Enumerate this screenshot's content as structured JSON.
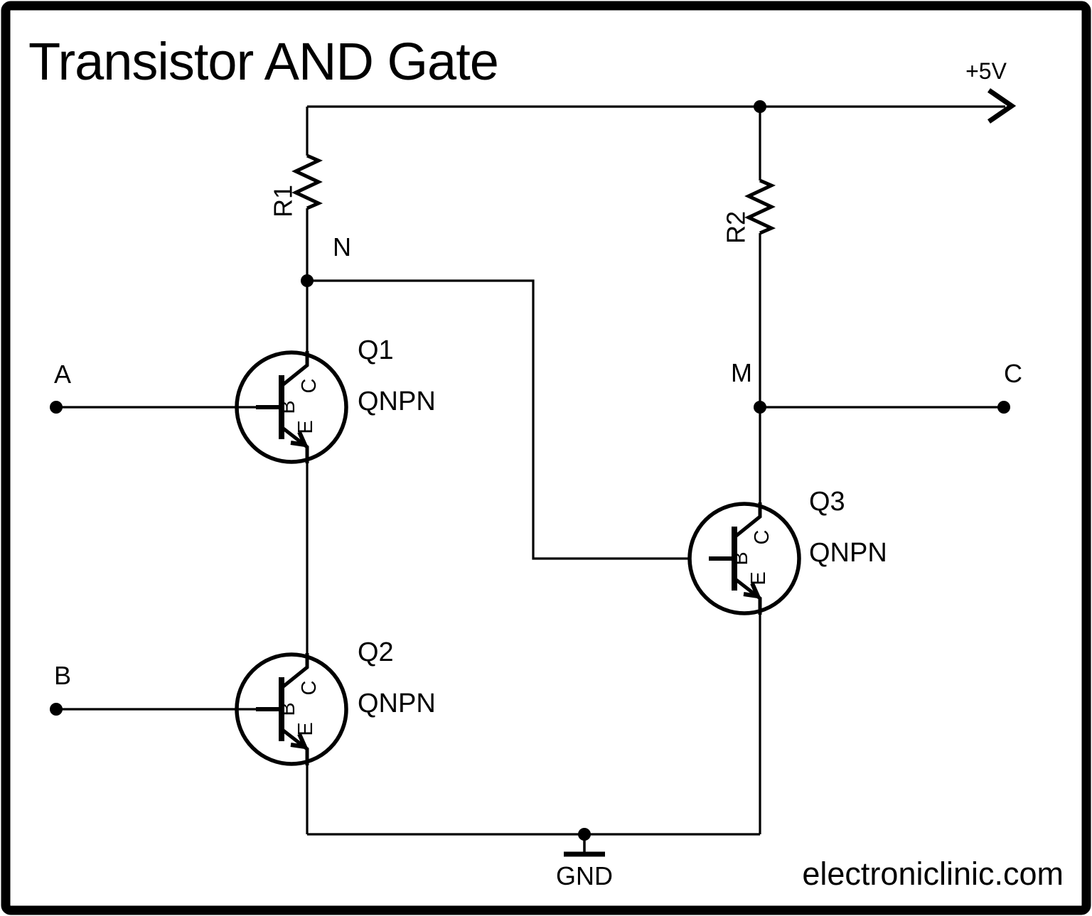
{
  "title": "Transistor AND Gate",
  "power_rail": {
    "label": "+5V"
  },
  "inputs": {
    "a_label": "A",
    "b_label": "B"
  },
  "output": {
    "c_label": "C"
  },
  "nodes": {
    "n_label": "N",
    "m_label": "M"
  },
  "resistors": {
    "r1_label": "R1",
    "r2_label": "R2"
  },
  "transistors": [
    {
      "name": "Q1",
      "model": "QNPN",
      "pin_c": "C",
      "pin_b": "B",
      "pin_e": "E"
    },
    {
      "name": "Q2",
      "model": "QNPN",
      "pin_c": "C",
      "pin_b": "B",
      "pin_e": "E"
    },
    {
      "name": "Q3",
      "model": "QNPN",
      "pin_c": "C",
      "pin_b": "B",
      "pin_e": "E"
    }
  ],
  "ground": {
    "label": "GND"
  },
  "watermark": "electroniclinic.com",
  "colors": {
    "ink": "#000000",
    "background": "#ffffff"
  }
}
